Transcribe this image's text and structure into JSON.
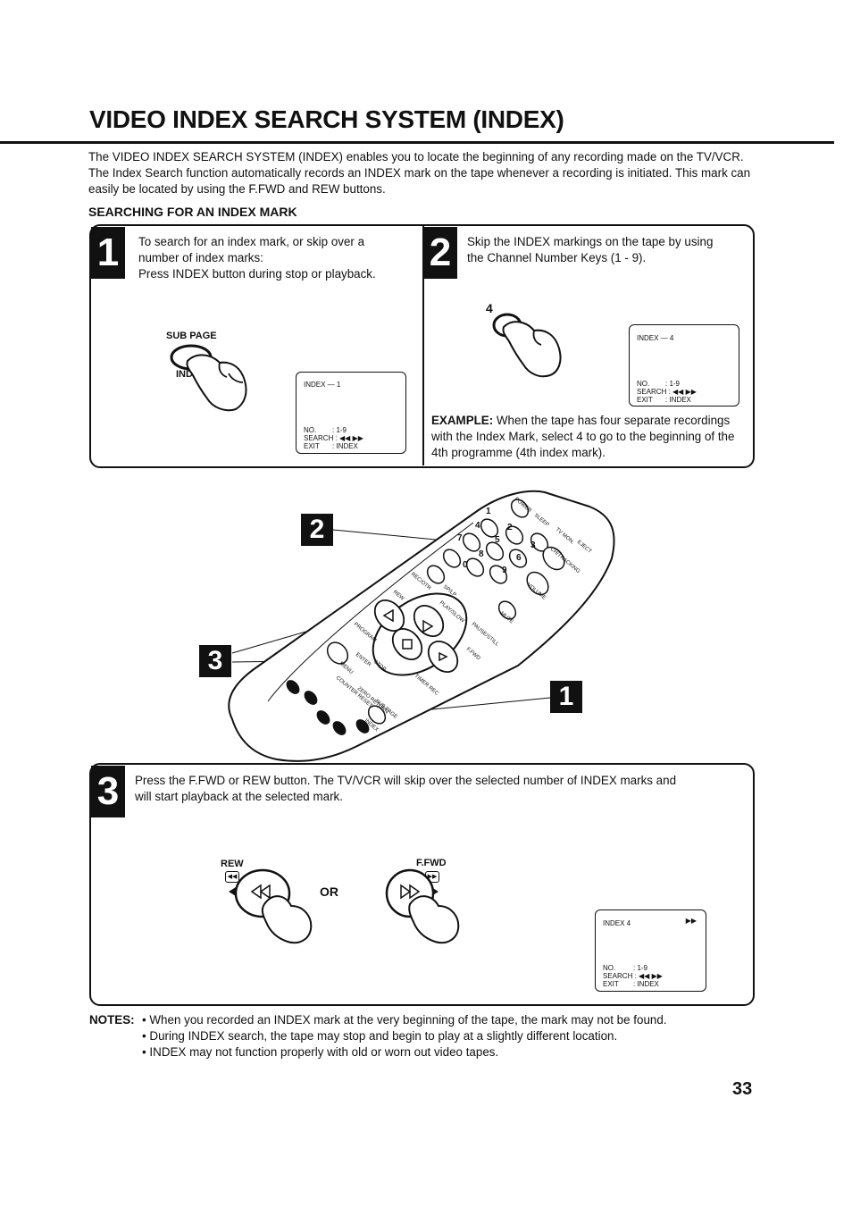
{
  "page": {
    "title": "VIDEO INDEX SEARCH SYSTEM (INDEX)",
    "intro": "The VIDEO INDEX SEARCH SYSTEM (INDEX) enables you to locate the beginning of any recording made on the TV/VCR. The Index Search function automatically records an INDEX mark on the tape whenever a recording is initiated. This mark can easily be located by using the F.FWD and REW buttons.",
    "section_heading": "SEARCHING FOR AN INDEX MARK",
    "page_number": "33"
  },
  "steps": [
    {
      "number": "1",
      "lines": [
        "To search for an index mark, or skip over a",
        "number of index marks:",
        "Press INDEX button during stop or playback."
      ],
      "button_top_label": "SUB PAGE",
      "button_bottom_label": "INDEX",
      "screen": {
        "title": "INDEX",
        "value": "1",
        "no_label": "NO.",
        "no_value": ": 1-9",
        "search_label": "SEARCH :",
        "exit_label": "EXIT",
        "exit_value": ": INDEX"
      }
    },
    {
      "number": "2",
      "lines": [
        "Skip the INDEX markings on the tape by using",
        "the Channel Number Keys (1 - 9)."
      ],
      "key_label": "4",
      "screen": {
        "title": "INDEX",
        "value": "4",
        "no_label": "NO.",
        "no_value": ": 1-9",
        "search_label": "SEARCH :",
        "exit_label": "EXIT",
        "exit_value": ": INDEX"
      },
      "example_label": "EXAMPLE:",
      "example_lines": [
        " When the tape has four separate recordings",
        "with the Index Mark, select 4 to go to the beginning of the",
        "4th  programme (4th index mark)."
      ]
    },
    {
      "number": "3",
      "lines": [
        "Press the F.FWD or REW button. The TV/VCR will skip over the selected number of INDEX marks and",
        "will start playback at the selected mark."
      ],
      "rew_label": "REW",
      "ffwd_label": "F.FWD",
      "or_label": "OR",
      "screen": {
        "title": "INDEX   4",
        "no_label": "NO.",
        "no_value": ": 1-9",
        "search_label": "SEARCH :",
        "exit_label": "EXIT",
        "exit_value": ": INDEX"
      }
    }
  ],
  "remote_callouts": [
    "2",
    "3",
    "1"
  ],
  "remote_labels": {
    "power": "POWER",
    "sleep": "SLEEP",
    "tvmon": "TV MON.",
    "eject": "EJECT",
    "ch_rec": "CH/TRACKING",
    "volume": "VOLUME",
    "recotr": "REC/OTR",
    "splp": "SP/LP",
    "mute": "MUTE",
    "rew": "REW",
    "play": "PLAY/SLOW",
    "pause": "PAUSE/STILL",
    "ffwd": "F.FWD",
    "program": "PROGRAM",
    "menu": "MENU",
    "enter": "ENTER",
    "stop": "STOP",
    "timer": "TIMER REC",
    "subpage": "SUB PAGE",
    "index": "INDEX",
    "counter": "COUNTER RESET",
    "zero": "ZERO RETURN",
    "digits": [
      "1",
      "2",
      "3",
      "4",
      "5",
      "6",
      "7",
      "8",
      "9",
      "0"
    ]
  },
  "notes": {
    "label": "NOTES:",
    "items": [
      "When you recorded an INDEX mark at the very beginning of the tape, the mark may not be found.",
      "During INDEX search, the tape may stop and begin to play at a slightly different location.",
      "INDEX may not function properly with old or worn out video tapes."
    ]
  }
}
